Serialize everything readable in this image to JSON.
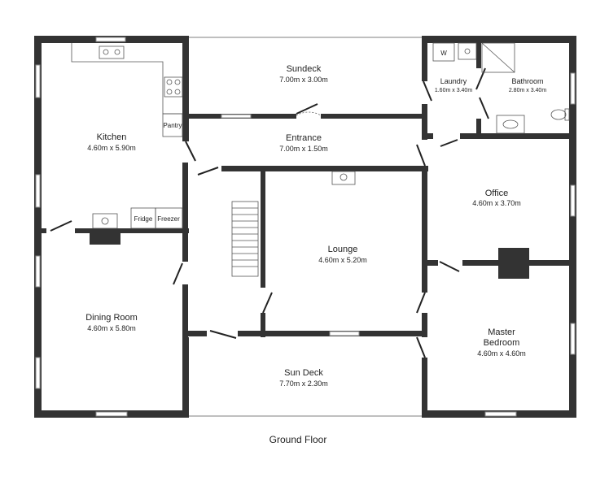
{
  "floor_title": "Ground Floor",
  "rooms": {
    "kitchen": {
      "name": "Kitchen",
      "size": "4.60m x 5.90m"
    },
    "sundeck_top": {
      "name": "Sundeck",
      "size": "7.00m x 3.00m"
    },
    "laundry": {
      "name": "Laundry",
      "size": "1.60m x 3.40m"
    },
    "bathroom": {
      "name": "Bathroom",
      "size": "2.80m x 3.40m"
    },
    "entrance": {
      "name": "Entrance",
      "size": "7.00m x 1.50m"
    },
    "office": {
      "name": "Office",
      "size": "4.60m x 3.70m"
    },
    "lounge": {
      "name": "Lounge",
      "size": "4.60m x 5.20m"
    },
    "dining": {
      "name": "Dining Room",
      "size": "4.60m x 5.80m"
    },
    "master": {
      "name_line1": "Master",
      "name_line2": "Bedroom",
      "size": "4.60m x 4.60m"
    },
    "sundeck_bottom": {
      "name": "Sun Deck",
      "size": "7.70m x 2.30m"
    }
  },
  "fixtures": {
    "pantry": "Pantry",
    "fridge": "Fridge",
    "freezer": "Freezer",
    "washer": "W"
  }
}
